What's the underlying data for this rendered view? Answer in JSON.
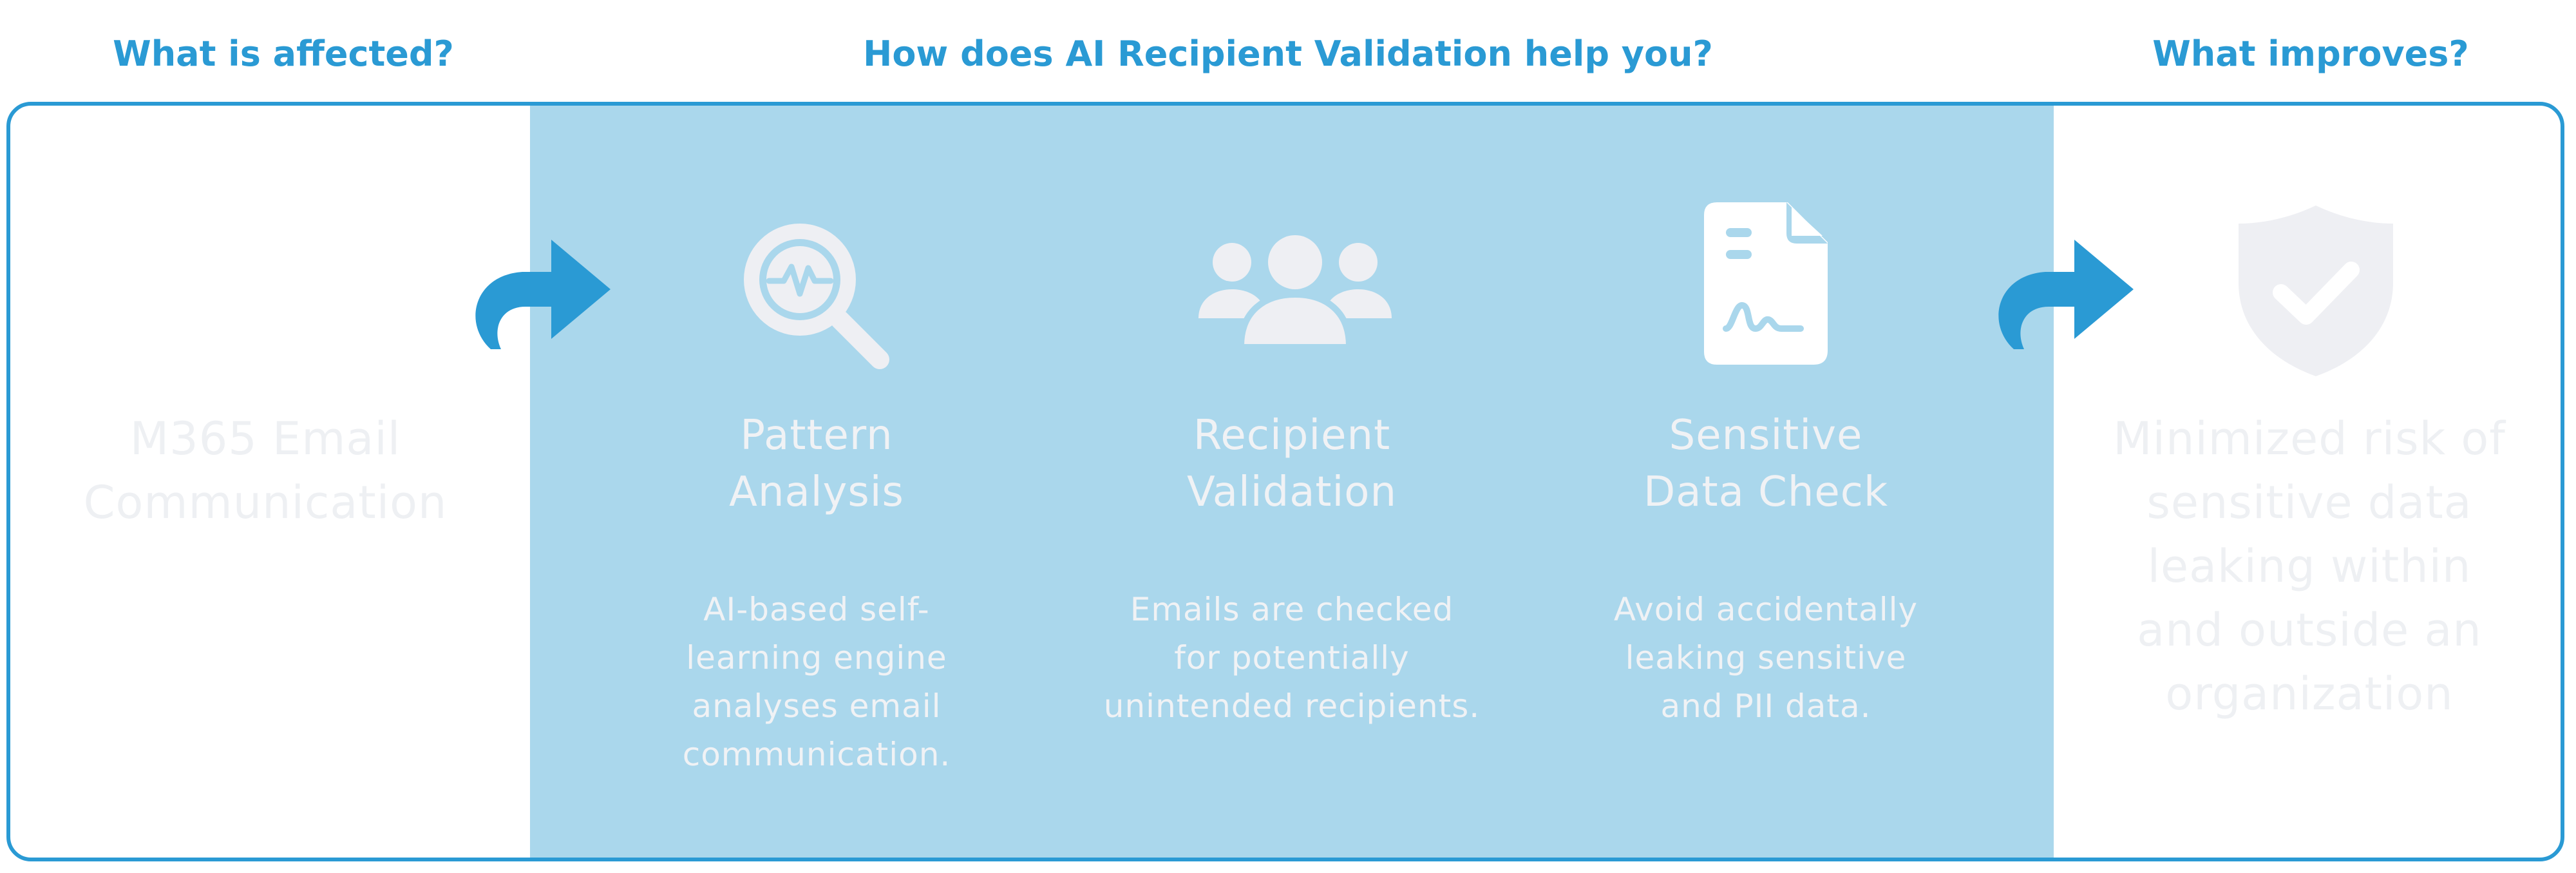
{
  "headings": {
    "left": "What is affected?",
    "center": "How does AI Recipient Validation help you?",
    "right": "What improves?"
  },
  "affected": {
    "lines": [
      "M365 Email",
      "Communication"
    ]
  },
  "steps": [
    {
      "icon": "magnifier-pulse-icon",
      "title_lines": [
        "Pattern",
        "Analysis"
      ],
      "desc_lines": [
        "AI-based self-",
        "learning engine",
        "analyses email",
        "communication."
      ]
    },
    {
      "icon": "people-group-icon",
      "title_lines": [
        "Recipient",
        "Validation"
      ],
      "desc_lines": [
        "Emails are checked",
        "for potentially",
        "unintended recipients."
      ]
    },
    {
      "icon": "document-signature-icon",
      "title_lines": [
        "Sensitive",
        "Data Check"
      ],
      "desc_lines": [
        "Avoid accidentally",
        "leaking sensitive",
        "and PII data."
      ]
    }
  ],
  "improves": {
    "icon": "shield-check-icon",
    "lines": [
      "Minimized risk of",
      "sensitive data",
      "leaking within",
      "and outside an",
      "organization"
    ]
  },
  "colors": {
    "accent": "#2a9ad4",
    "band": "#aad7ec",
    "light_text": "#f0f2f5"
  }
}
